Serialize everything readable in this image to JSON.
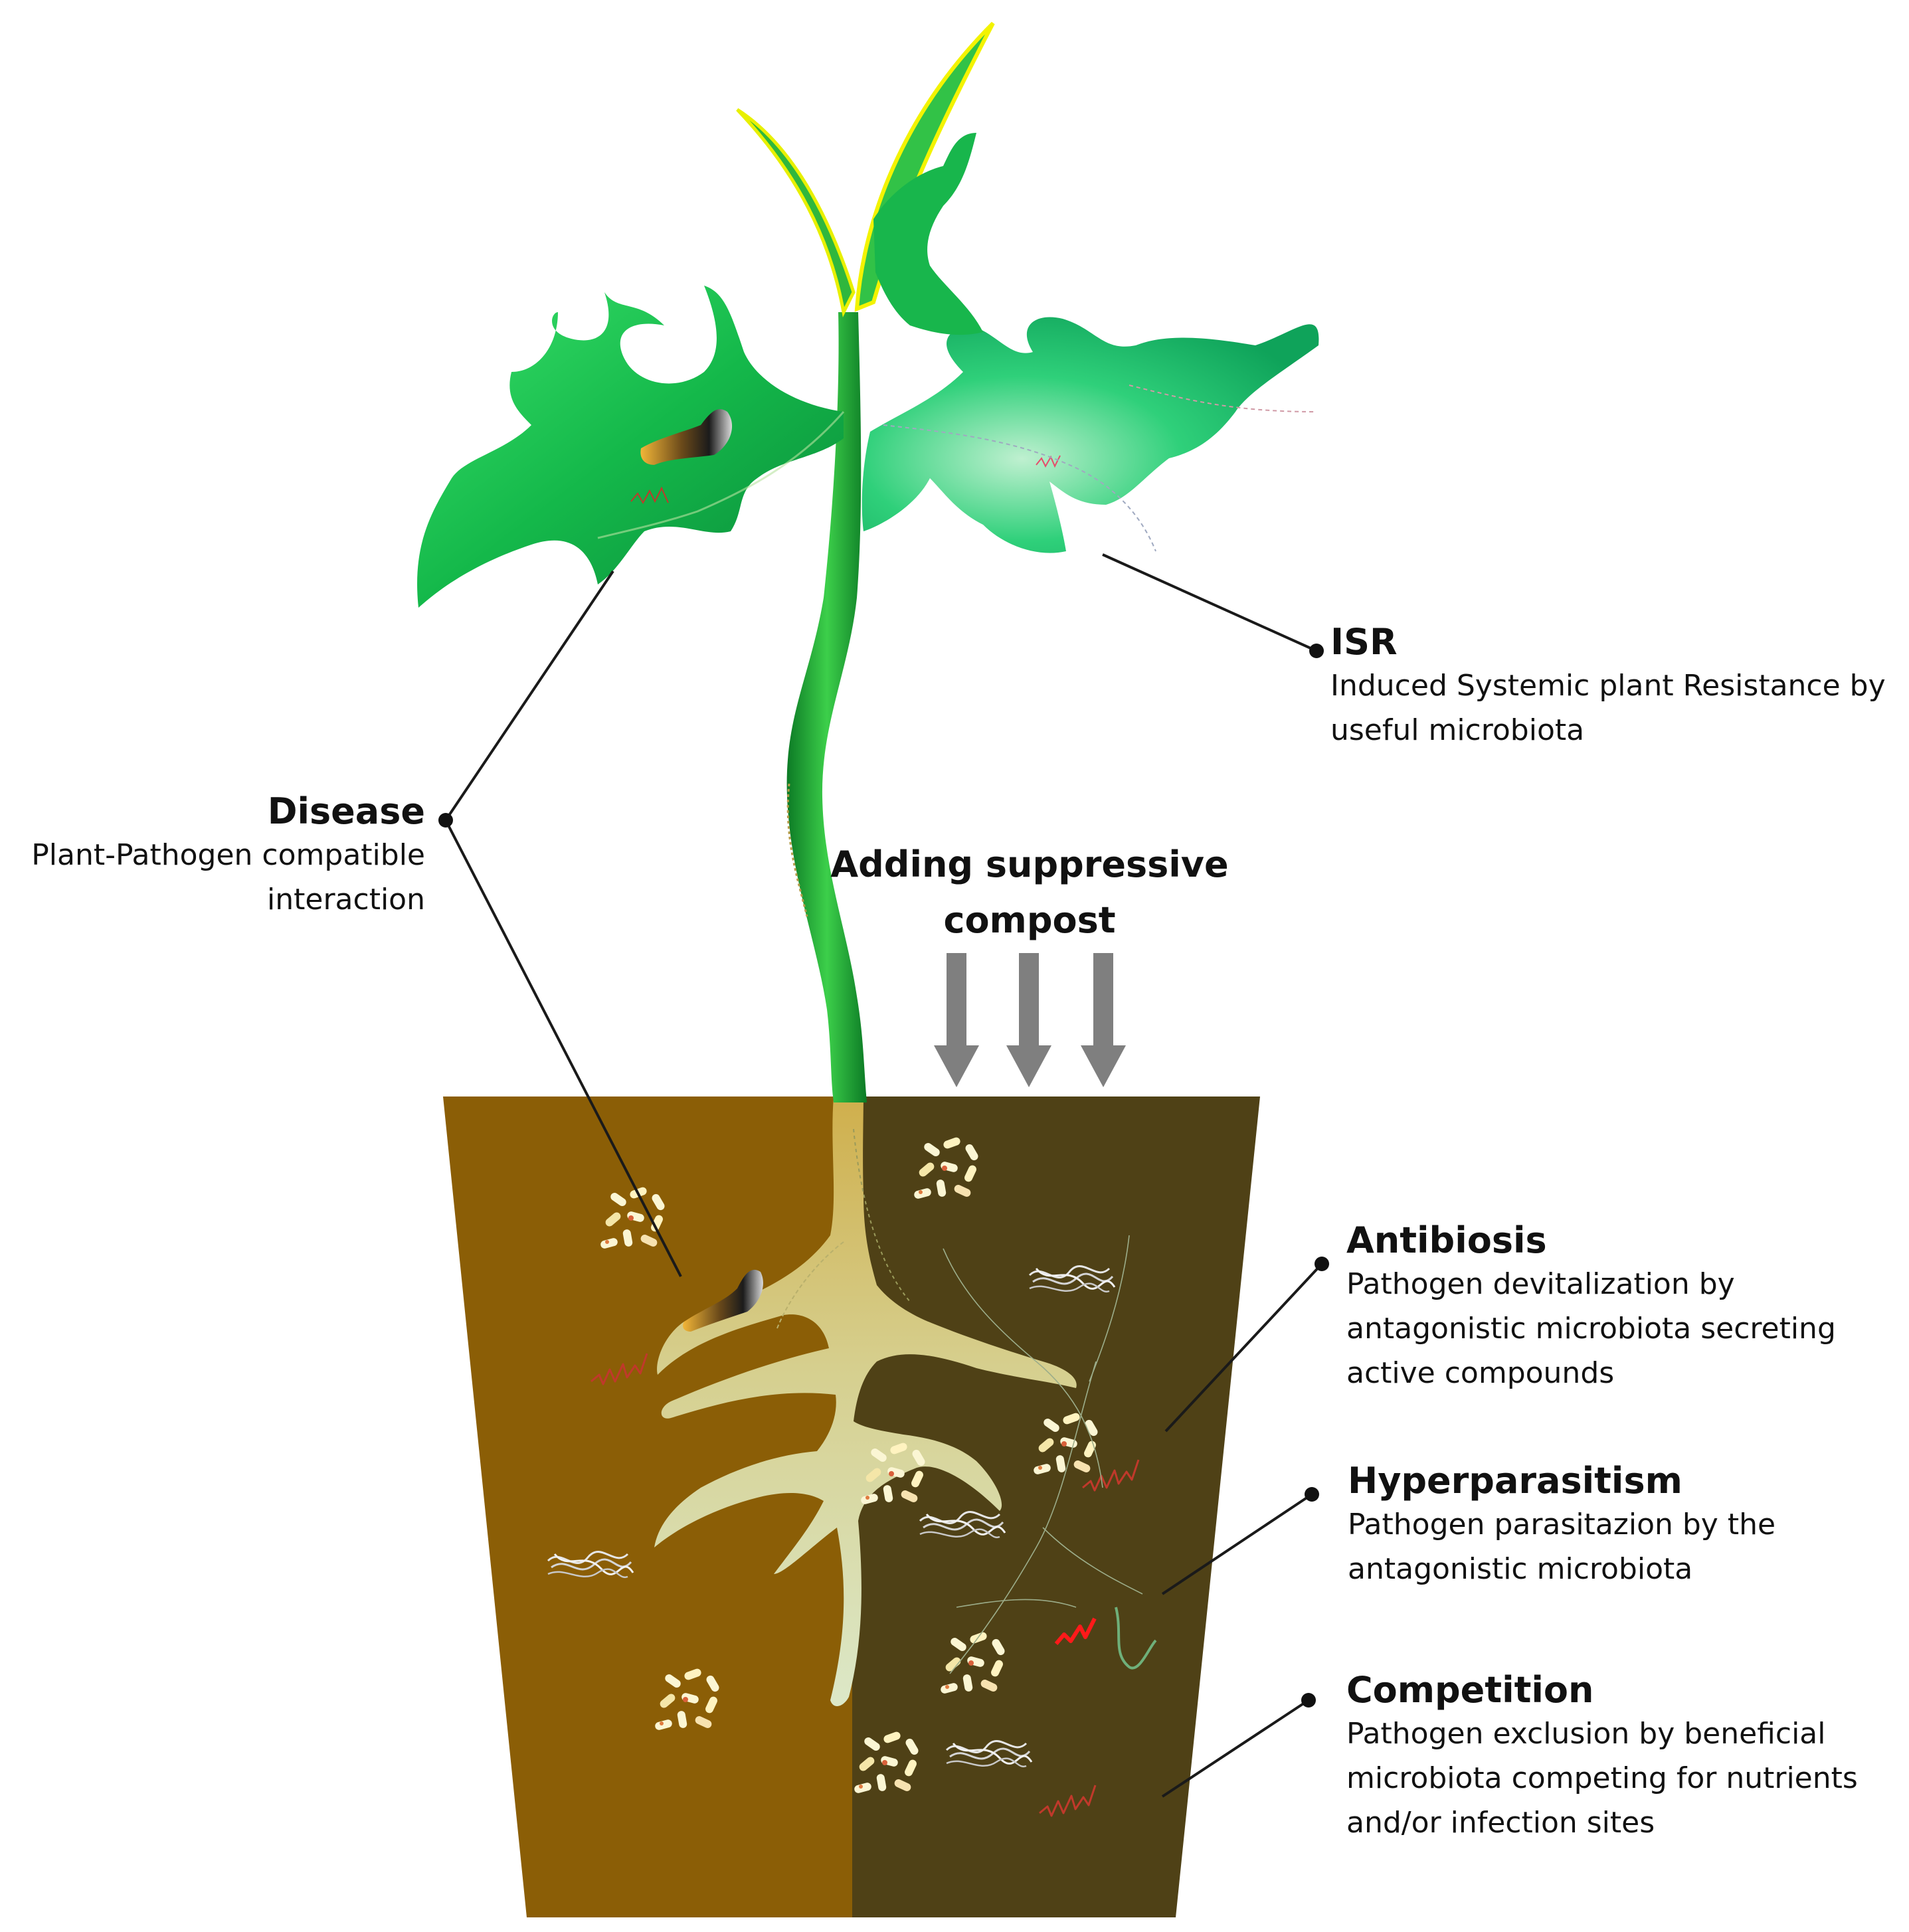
{
  "labels": {
    "isr": {
      "title": "ISR",
      "lines": [
        "Induced Systemic plant Resistance by",
        "useful microbiota"
      ]
    },
    "disease": {
      "title": "Disease",
      "lines": [
        "Plant-Pathogen compatible",
        "interaction"
      ]
    },
    "compost": {
      "lines": [
        "Adding suppressive",
        "compost"
      ]
    },
    "antibiosis": {
      "title": "Antibiosis",
      "lines": [
        "Pathogen devitalization by",
        "antagonistic microbiota secreting",
        "active compounds"
      ]
    },
    "hyperparasitism": {
      "title": "Hyperparasitism",
      "lines": [
        "Pathogen parasitazion by the",
        "antagonistic microbiota"
      ]
    },
    "competition": {
      "title": "Competition",
      "lines": [
        "Pathogen exclusion by beneficial",
        "microbiota competing for nutrients",
        "and/or infection sites"
      ]
    }
  },
  "colors": {
    "soil_untreated": "#8b5e06",
    "soil_compost": "#4f4116",
    "leaf_green": "#1ec24a",
    "root": "#d9d28c",
    "arrow": "#7f7f7f",
    "pathogen": "#c0392b"
  },
  "icons": [
    "lesion-icon",
    "bacteria-cluster-icon",
    "hyphae-icon",
    "pathogen-filament-icon",
    "down-arrow-icon"
  ]
}
